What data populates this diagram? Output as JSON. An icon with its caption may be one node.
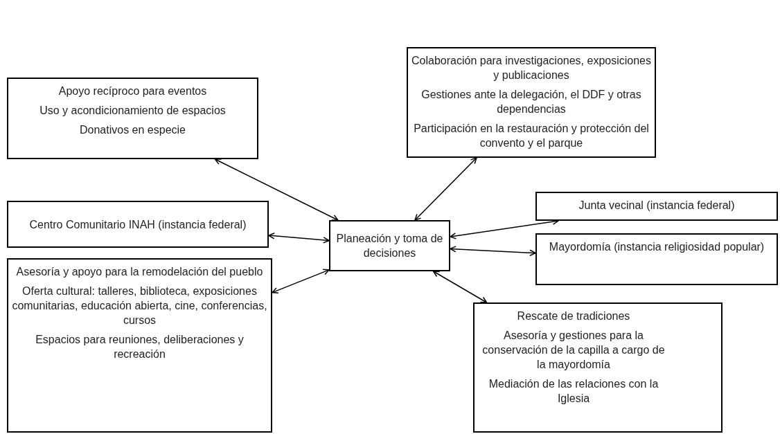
{
  "diagram": {
    "nodes": [
      {
        "text": [
          "Apoyo recíproco para eventos",
          "Uso y acondicionamiento de espacios",
          "Donativos en especie"
        ]
      },
      {
        "text": [
          "Colaboración para investigaciones, exposiciones y publicaciones",
          "Gestiones ante la delegación, el DDF y otras dependencias",
          "Participación en la restauración y protección del convento y el parque"
        ]
      },
      {
        "text": [
          "Centro Comunitario INAH (instancia federal)"
        ]
      },
      {
        "text": [
          "Planeación y toma de decisiones"
        ]
      },
      {
        "text": [
          "Junta vecinal (instancia federal)"
        ]
      },
      {
        "text": [
          "Mayordomía (instancia religiosidad popular)"
        ]
      },
      {
        "text": [
          "Asesoría y apoyo para la remodelación del pueblo",
          "Oferta cultural: talleres, biblioteca, exposiciones comunitarias, educación abierta, cine, conferencias, cursos",
          "Espacios para reuniones, deliberaciones y recreación"
        ]
      },
      {
        "text": [
          "Rescate de tradiciones",
          "Asesoría y gestiones para la conservación de la capilla a cargo de la mayordomía",
          "Mediación de las relaciones con la Iglesia"
        ]
      }
    ],
    "edges": [
      {
        "from": 3,
        "to": 0,
        "arrow": "both"
      },
      {
        "from": 3,
        "to": 1,
        "arrow": "both"
      },
      {
        "from": 3,
        "to": 2,
        "arrow": "both"
      },
      {
        "from": 3,
        "to": 4,
        "arrow": "both"
      },
      {
        "from": 3,
        "to": 5,
        "arrow": "both"
      },
      {
        "from": 3,
        "to": 6,
        "arrow": "both"
      },
      {
        "from": 3,
        "to": 7,
        "arrow": "both"
      }
    ]
  }
}
